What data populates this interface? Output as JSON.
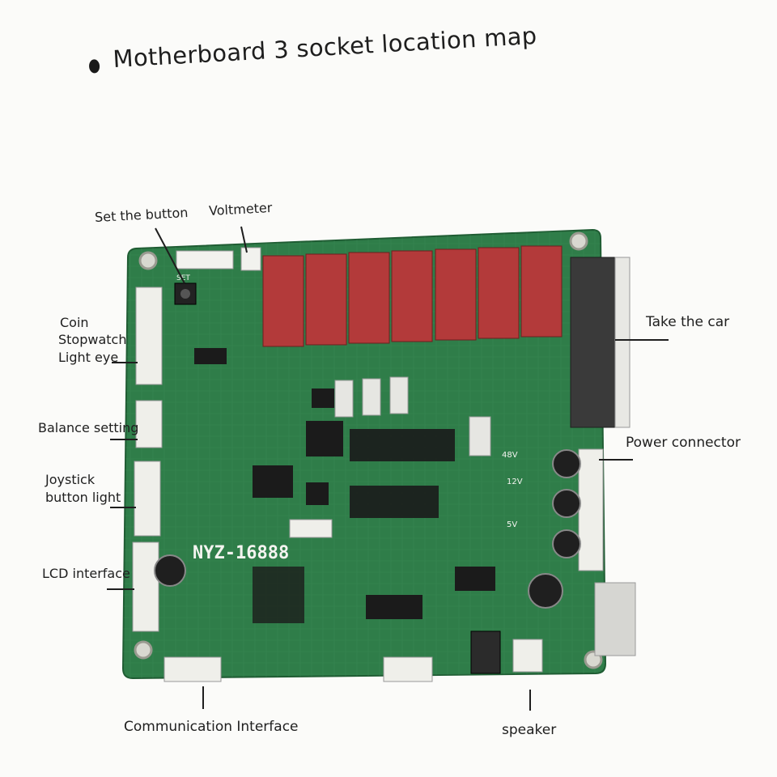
{
  "title": "Motherboard 3 socket location map",
  "board": {
    "model_marking": "NYZ-16888",
    "set_marking": "SET",
    "voltage_markings": [
      "48V",
      "12V",
      "5V"
    ],
    "pcb_color": "#2f7d49",
    "pcb_dark": "#1f5c33"
  },
  "labels": {
    "set_button": "Set the button",
    "voltmeter": "Voltmeter",
    "coin": "Coin",
    "stopwatch": "Stopwatch",
    "light_eye": "Light eye",
    "take_the_car": "Take the car",
    "balance_setting": "Balance setting",
    "power_connector": "Power connector",
    "joystick": "Joystick",
    "button_light": "button light",
    "lcd_interface": "LCD interface",
    "communication_interface": "Communication Interface",
    "speaker": "speaker"
  }
}
